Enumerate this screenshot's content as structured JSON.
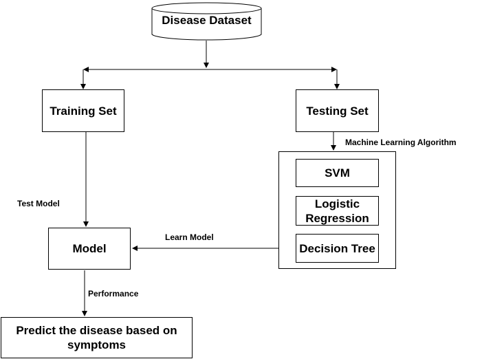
{
  "nodes": {
    "dataset": "Disease Dataset",
    "training": "Training Set",
    "testing": "Testing Set",
    "svm": "SVM",
    "logistic": "Logistic Regression",
    "decision_tree": "Decision Tree",
    "model": "Model",
    "predict": "Predict the disease based on symptoms"
  },
  "edge_labels": {
    "ml_algorithm": "Machine Learning Algorithm",
    "test_model": "Test Model",
    "learn_model": "Learn Model",
    "performance": "Performance"
  }
}
